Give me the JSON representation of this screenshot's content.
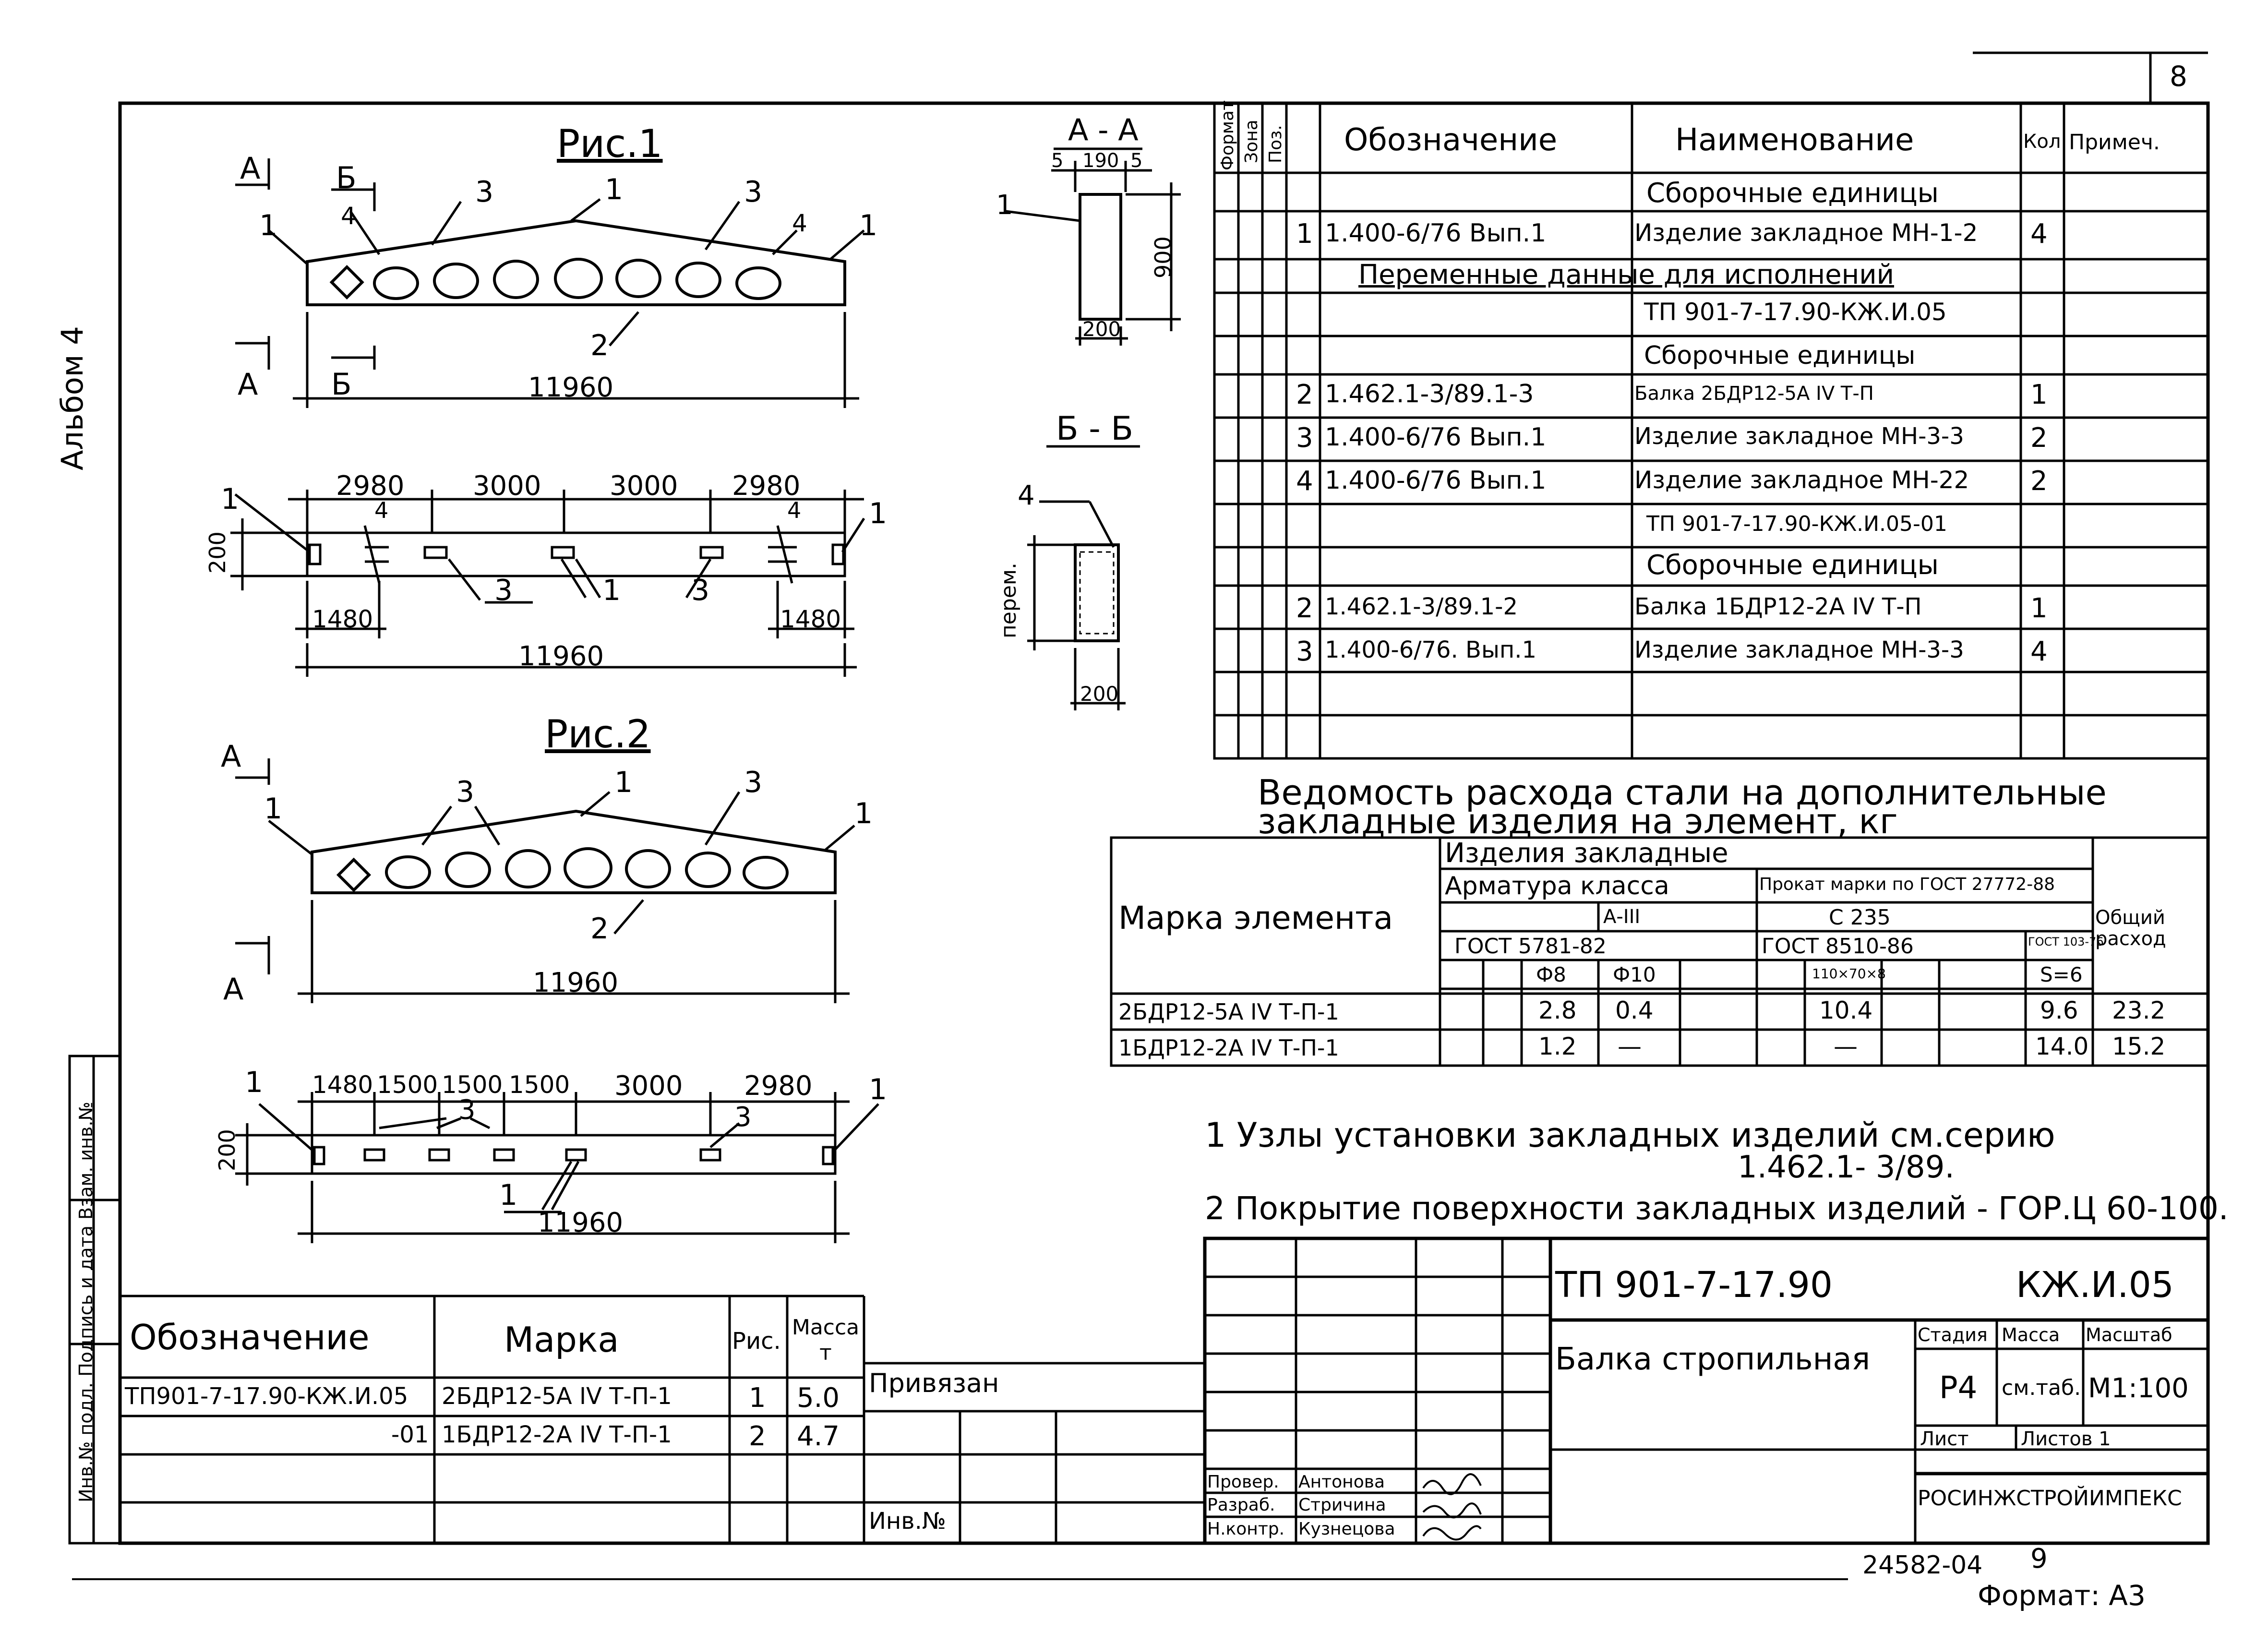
{
  "sheet_number": "8",
  "album_label": "Альбом 4",
  "left_margin_label": "Инв.№ подл. Подпись и дата Взам. инв.№",
  "figures": {
    "fig1_title": "Рис.1",
    "fig2_title": "Рис.2",
    "labels": {
      "one": "1",
      "two": "2",
      "three": "3",
      "four": "4",
      "A": "А",
      "B": "Б"
    },
    "dims": {
      "total": "11960",
      "d2980": "2980",
      "d3000": "3000",
      "d1480": "1480",
      "d1500": "1500",
      "d200": "200",
      "d190": "190",
      "d5": "5",
      "d900": "900",
      "perem": "перем."
    },
    "section_aa": "А - А",
    "section_bb": "Б - Б"
  },
  "spec_table": {
    "headers": {
      "format": "Формат",
      "zone": "Зона",
      "pos": "Поз.",
      "designation": "Обозначение",
      "name": "Наименование",
      "qty": "Кол.",
      "note": "Примеч."
    },
    "rows": [
      {
        "pos": "",
        "designation": "",
        "name": "Сборочные единицы",
        "qty": ""
      },
      {
        "pos": "1",
        "designation": "1.400-6/76 Вып.1",
        "name": "Изделие закладное МН-1-2",
        "qty": "4"
      },
      {
        "pos": "",
        "designation": "",
        "name": "Переменные данные для исполнений",
        "qty": ""
      },
      {
        "pos": "",
        "designation": "",
        "name": "ТП 901-7-17.90-КЖ.И.05",
        "qty": ""
      },
      {
        "pos": "",
        "designation": "",
        "name": "Сборочные единицы",
        "qty": ""
      },
      {
        "pos": "2",
        "designation": "1.462.1-3/89.1-3",
        "name": "Балка 2БДР12-5А IV Т-П",
        "qty": "1"
      },
      {
        "pos": "3",
        "designation": "1.400-6/76 Вып.1",
        "name": "Изделие закладное МН-3-3",
        "qty": "2"
      },
      {
        "pos": "4",
        "designation": "1.400-6/76 Вып.1",
        "name": "Изделие закладное МН-22",
        "qty": "2"
      },
      {
        "pos": "",
        "designation": "",
        "name": "ТП 901-7-17.90-КЖ.И.05-01",
        "qty": ""
      },
      {
        "pos": "",
        "designation": "",
        "name": "Сборочные единицы",
        "qty": ""
      },
      {
        "pos": "2",
        "designation": "1.462.1-3/89.1-2",
        "name": "Балка 1БДР12-2А IV Т-П",
        "qty": "1"
      },
      {
        "pos": "3",
        "designation": "1.400-6/76. Вып.1",
        "name": "Изделие закладное МН-3-3",
        "qty": "4"
      }
    ]
  },
  "steel_table": {
    "title_line1": "Ведомость расхода стали на дополнительные",
    "title_line2": "закладные изделия на элемент, кг",
    "h_element": "Марка элемента",
    "h_embedded": "Изделия закладные",
    "h_rebar": "Арматура класса",
    "h_rebar_class": "А-III",
    "h_rebar_gost": "ГОСТ 5781-82",
    "h_rolled": "Прокат марки по ГОСТ 27772-88",
    "h_rolled_grade": "С 235",
    "h_rolled_gost": "ГОСТ 8510-86",
    "h_gost103": "ГОСТ 103-76",
    "h_phi8": "Ф8",
    "h_phi10": "Ф10",
    "h_angle": "110×70×8",
    "h_s6": "S=6",
    "h_total": "Общий расход",
    "rows": [
      {
        "mark": "2БДР12-5А IV Т-П-1",
        "phi8": "2.8",
        "phi10": "0.4",
        "angle": "10.4",
        "s6": "9.6",
        "total": "23.2"
      },
      {
        "mark": "1БДР12-2А IV Т-П-1",
        "phi8": "1.2",
        "phi10": "—",
        "angle": "—",
        "s6": "14.0",
        "total": "15.2"
      }
    ]
  },
  "notes": {
    "note1_line1": "1  Узлы установки закладных изделий см.серию",
    "note1_line2": "1.462.1- 3/89.",
    "note2": "2  Покрытие поверхности закладных изделий - ГОР.Ц 60-100."
  },
  "marks_table": {
    "h_designation": "Обозначение",
    "h_mark": "Марка",
    "h_fig": "Рис.",
    "h_mass": "Масса т",
    "rows": [
      {
        "designation": "ТП901-7-17.90-КЖ.И.05",
        "mark": "2БДР12-5А IV Т-П-1",
        "fig": "1",
        "mass": "5.0"
      },
      {
        "designation": "-01",
        "mark": "1БДР12-2А IV Т-П-1",
        "fig": "2",
        "mass": "4.7"
      }
    ]
  },
  "title_block": {
    "privyazan": "Привязан",
    "inv_no": "Инв.№",
    "project_code": "ТП 901-7-17.90",
    "doc_code": "КЖ.И.05",
    "title": "Балка стропильная",
    "stage_h": "Стадия",
    "mass_h": "Масса",
    "scale_h": "Масштаб",
    "stage": "Р4",
    "mass": "см.таб.",
    "scale": "М1:100",
    "sheet_h": "Лист",
    "sheets_h": "Листов 1",
    "org": "РОСИНЖСТРОЙИМПЕКС",
    "signers": [
      {
        "role": "Провер.",
        "name": "Антонова"
      },
      {
        "role": "Разраб.",
        "name": "Стричина"
      },
      {
        "role": "Н.контр.",
        "name": "Кузнецова"
      }
    ]
  },
  "footer": {
    "stamp": "24582-04",
    "page": "9",
    "format": "Формат: А3"
  }
}
